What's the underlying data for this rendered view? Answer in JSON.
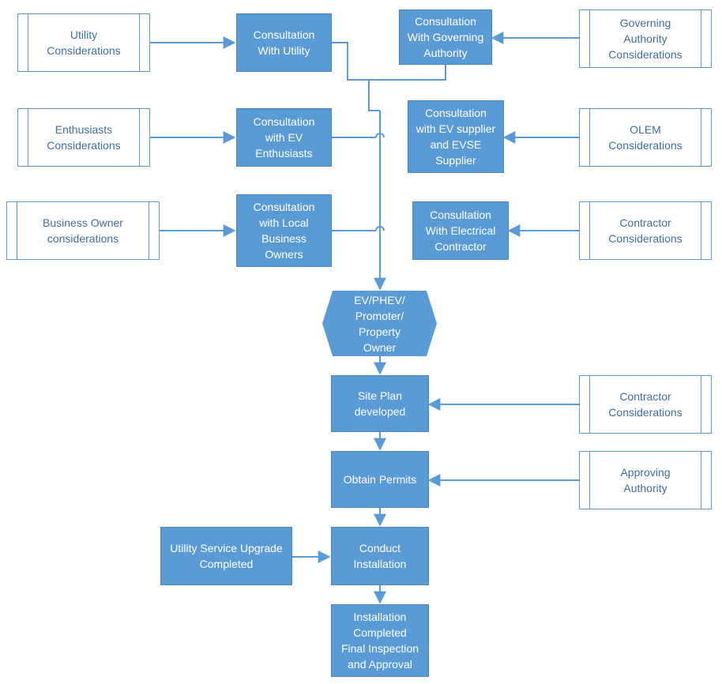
{
  "diagram": {
    "line_color": "#5b9bd5",
    "process_fill": "#5b9bd5",
    "consideration_border": "#5b9bd5",
    "consideration_text_color": "#3d6e9f",
    "considerations": {
      "utility": "Utility\nConsiderations",
      "governing_authority": "Governing\nAuthority\nConsiderations",
      "enthusiasts": "Enthusiasts\nConsiderations",
      "olem": "OLEM\nConsiderations",
      "business_owner": "Business Owner\nconsiderations",
      "contractor_top": "Contractor\nConsiderations",
      "contractor_site": "Contractor\nConsiderations",
      "approving_authority": "Approving\nAuthority"
    },
    "consultations": {
      "utility": "Consultation\nWith Utility",
      "governing_authority": "Consultation\nWith Governing\nAuthority",
      "ev_enthusiasts": "Consultation\nwith EV\nEnthusiasts",
      "ev_supplier": "Consultation\nwith EV supplier\nand EVSE\nSupplier",
      "local_business": "Consultation\nwith Local\nBusiness\nOwners",
      "electrical_contractor": "Consultation\nWith Electrical\nContractor"
    },
    "hub": "EV/PHEV/\nPromoter/\nProperty\nOwner",
    "steps": {
      "site_plan": "Site Plan\ndeveloped",
      "obtain_permits": "Obtain Permits",
      "conduct_installation": "Conduct\nInstallation",
      "utility_upgrade": "Utility Service Upgrade\nCompleted",
      "installation_completed": "Installation\nCompleted\nFinal Inspection\nand Approval"
    }
  }
}
